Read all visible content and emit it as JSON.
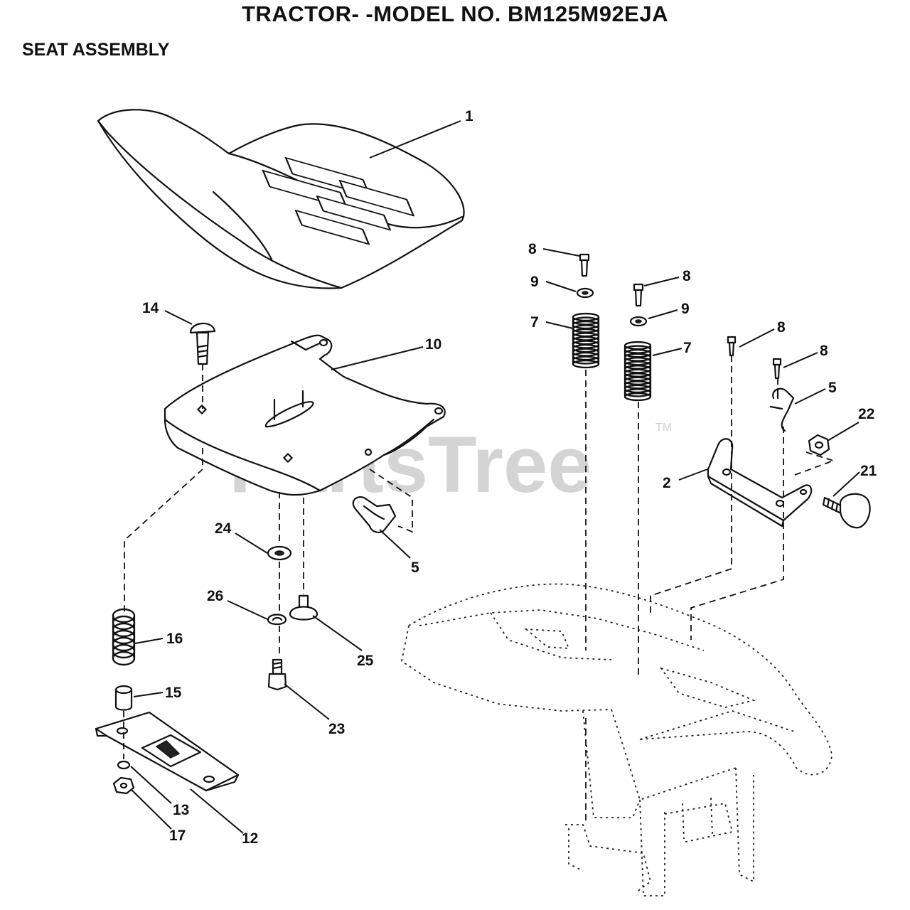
{
  "header": {
    "title": "TRACTOR- -MODEL NO. BM125M92EJA",
    "subtitle": "SEAT ASSEMBLY"
  },
  "watermark": {
    "text": "PartsTree",
    "trademark": "TM"
  },
  "callouts": [
    "1",
    "14",
    "10",
    "8",
    "9",
    "7",
    "8",
    "9",
    "7",
    "8",
    "8",
    "5",
    "22",
    "21",
    "2",
    "24",
    "5",
    "26",
    "25",
    "16",
    "15",
    "23",
    "13",
    "17",
    "12"
  ],
  "colors": {
    "ink": "#111111",
    "watermark": "#d4d4d4",
    "background": "#ffffff"
  }
}
